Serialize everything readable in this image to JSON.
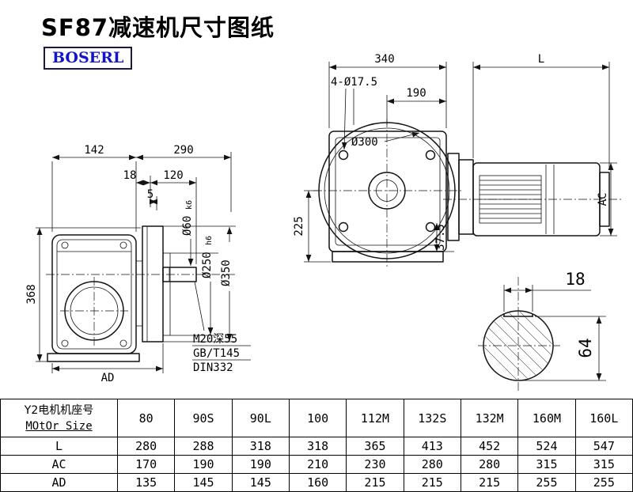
{
  "title": "SF87减速机尺寸图纸",
  "logo_text": "BOSERL",
  "side_view": {
    "d142": "142",
    "d290": "290",
    "d18": "18",
    "d120": "120",
    "d5": "5",
    "d368": "368",
    "dAD": "AD",
    "dia60": "Ø60",
    "dia60t": "k6",
    "dia250": "Ø250",
    "dia250t": "h6",
    "dia350": "Ø350",
    "note1": "M20深55",
    "note2": "GB/T145",
    "note3": "DIN332"
  },
  "front_view": {
    "d340": "340",
    "dL": "L",
    "holes": "4-Ø17.5",
    "d190": "190",
    "dia300": "Ø300",
    "d225": "225",
    "d37": "37.5",
    "dAC": "AC"
  },
  "shaft_section": {
    "d18": "18",
    "d64": "64"
  },
  "table": {
    "header": {
      "label_line1": "Y2电机机座号",
      "label_line2": "MOtOr Size",
      "sizes": [
        "80",
        "90S",
        "90L",
        "100",
        "112M",
        "132S",
        "132M",
        "160M",
        "160L"
      ]
    },
    "rows": [
      {
        "label": "L",
        "values": [
          "280",
          "288",
          "318",
          "318",
          "365",
          "413",
          "452",
          "524",
          "547"
        ]
      },
      {
        "label": "AC",
        "values": [
          "170",
          "190",
          "190",
          "210",
          "230",
          "280",
          "280",
          "315",
          "315"
        ]
      },
      {
        "label": "AD",
        "values": [
          "135",
          "145",
          "145",
          "160",
          "215",
          "215",
          "215",
          "255",
          "255"
        ]
      }
    ]
  }
}
